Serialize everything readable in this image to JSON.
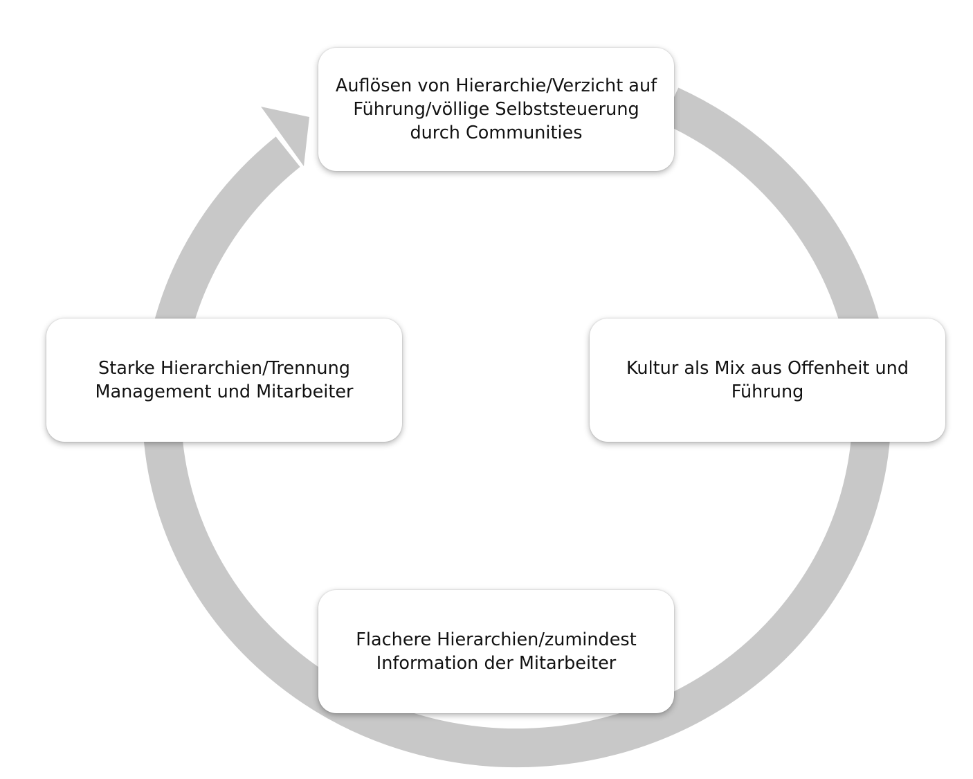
{
  "diagram": {
    "type": "cycle",
    "ring_color": "#c8c8c8",
    "box_background": "#ffffff",
    "nodes": [
      {
        "id": "top",
        "label": "Auflösen von Hierarchie/Verzicht auf Führung/völlige Selbststeuerung durch Communities"
      },
      {
        "id": "right",
        "label": "Kultur als Mix aus Offenheit und Führung"
      },
      {
        "id": "bottom",
        "label": "Flachere Hierarchien/zumindest Information der Mitarbeiter"
      },
      {
        "id": "left",
        "label": "Starke Hierarchien/Trennung Management und Mitarbeiter"
      }
    ],
    "direction": "clockwise"
  }
}
